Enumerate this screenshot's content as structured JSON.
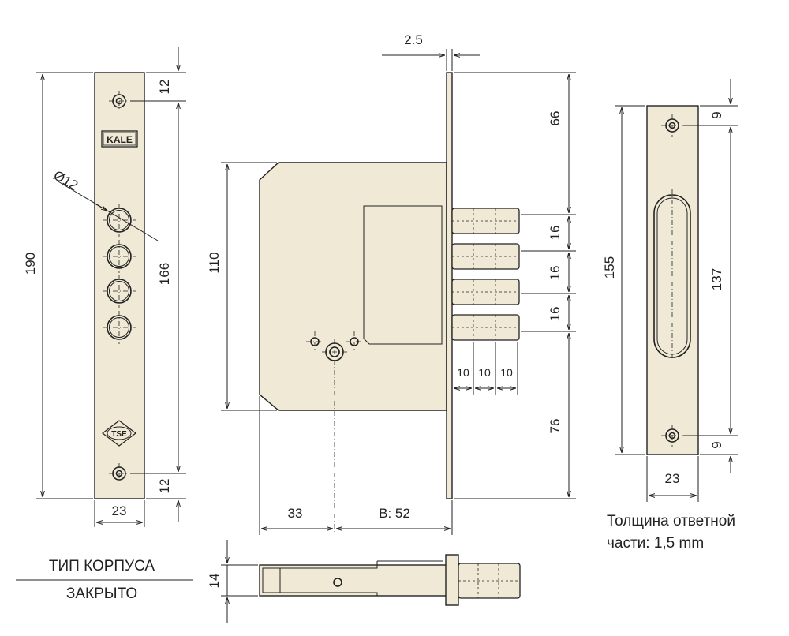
{
  "faceplate": {
    "brand": "KALE",
    "cert": "TSE",
    "dim_total_height": "190",
    "dim_hole_spacing": "166",
    "dim_top_offset": "12",
    "dim_bottom_offset": "12",
    "dim_width": "23",
    "dim_hole_diameter": "Ø12"
  },
  "body_view": {
    "dim_faceplate_thickness": "2.5",
    "dim_body_height": "110",
    "dim_top": "66",
    "dim_bolt_spacing_1": "16",
    "dim_bolt_spacing_2": "16",
    "dim_bolt_spacing_3": "16",
    "dim_bottom": "76",
    "dim_bolt_seg_1": "10",
    "dim_bolt_seg_2": "10",
    "dim_bolt_seg_3": "10",
    "dim_left": "33",
    "dim_backset": "B: 52"
  },
  "strike_plate": {
    "dim_height": "155",
    "dim_slot": "137",
    "dim_top_offset": "9",
    "dim_bottom_offset": "9",
    "dim_width": "23",
    "note_line1": "Толщина ответной",
    "note_line2": "части: 1,5 mm"
  },
  "case_type": {
    "label": "ТИП КОРПУСА",
    "value": "ЗАКРЫТО"
  },
  "side_view": {
    "dim_thickness": "14"
  },
  "colors": {
    "part_fill": "#efe9d6",
    "line": "#222222"
  }
}
